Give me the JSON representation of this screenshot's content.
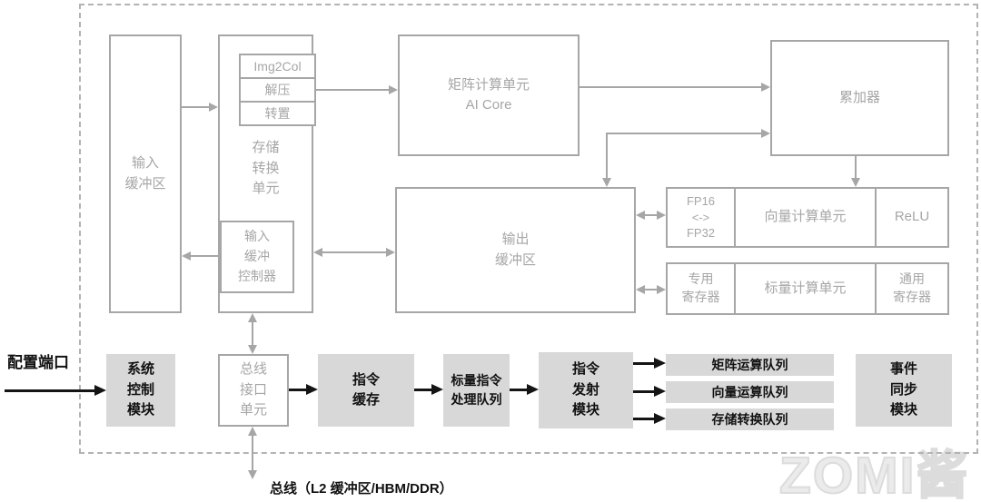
{
  "diagram": {
    "watermark": "ZOMI酱",
    "external_labels": {
      "config_port": "配置端口",
      "bus": "总线（L2 缓冲区/HBM/DDR）"
    },
    "blocks": {
      "input_buffer": "输入\n缓冲区",
      "memory_transfer_unit": "存储\n转换\n单元",
      "img2col": "Img2Col",
      "decompress": "解压",
      "transpose": "转置",
      "input_buffer_controller": "输入\n缓冲\n控制器",
      "matrix_unit": "矩阵计算单元\nAI Core",
      "accumulator": "累加器",
      "output_buffer": "输出\n缓冲区",
      "fp_convert": "FP16\n<->\nFP32",
      "vector_unit": "向量计算单元",
      "relu": "ReLU",
      "special_registers": "专用\n寄存器",
      "scalar_unit": "标量计算单元",
      "general_registers": "通用\n寄存器",
      "system_control": "系统\n控制\n模块",
      "bus_interface_unit": "总线\n接口\n单元",
      "instruction_cache": "指令\n缓存",
      "scalar_instruction_queue": "标量指令\n处理队列",
      "instruction_dispatch": "指令\n发射\n模块",
      "matrix_queue": "矩阵运算队列",
      "vector_queue": "向量运算队列",
      "memory_transfer_queue": "存储转换队列",
      "event_sync": "事件\n同步\n模块"
    },
    "colors": {
      "line_gray": "#a6a6a6",
      "fill_gray": "#d8d8d8",
      "black": "#141414",
      "dashed_border": "#b3b3b3",
      "watermark": "#e0e0e0"
    }
  }
}
